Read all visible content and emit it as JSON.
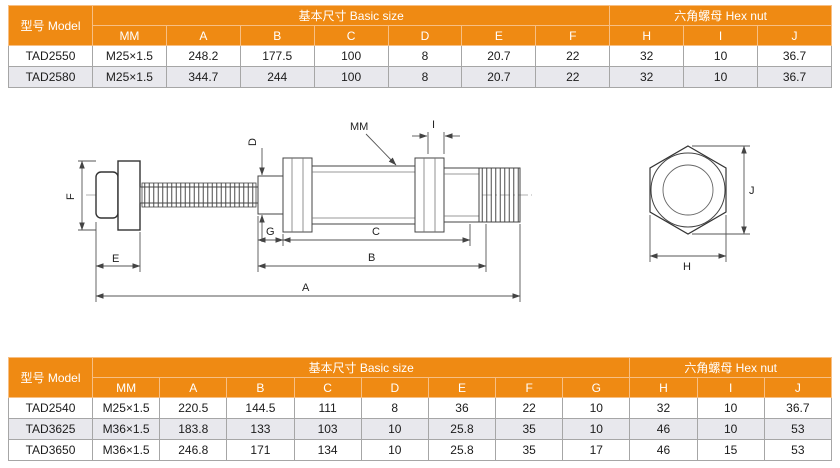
{
  "colors": {
    "header_bg": "#ef8a13",
    "header_text": "#ffffff",
    "row_alt": "#e8e8ed",
    "cell_border": "#a6a6a6"
  },
  "top_table": {
    "model_header": "型号 Model",
    "basic_size_header": "基本尺寸 Basic size",
    "hex_nut_header": "六角螺母 Hex nut",
    "columns": [
      "MM",
      "A",
      "B",
      "C",
      "D",
      "E",
      "F",
      "H",
      "I",
      "J"
    ],
    "rows": [
      {
        "model": "TAD2550",
        "values": [
          "M25×1.5",
          "248.2",
          "177.5",
          "100",
          "8",
          "20.7",
          "22",
          "32",
          "10",
          "36.7"
        ]
      },
      {
        "model": "TAD2580",
        "values": [
          "M25×1.5",
          "344.7",
          "244",
          "100",
          "8",
          "20.7",
          "22",
          "32",
          "10",
          "36.7"
        ]
      }
    ]
  },
  "bottom_table": {
    "model_header": "型号 Model",
    "basic_size_header": "基本尺寸 Basic size",
    "hex_nut_header": "六角螺母 Hex nut",
    "columns": [
      "MM",
      "A",
      "B",
      "C",
      "D",
      "E",
      "F",
      "G",
      "H",
      "I",
      "J"
    ],
    "rows": [
      {
        "model": "TAD2540",
        "values": [
          "M25×1.5",
          "220.5",
          "144.5",
          "111",
          "8",
          "36",
          "22",
          "10",
          "32",
          "10",
          "36.7"
        ]
      },
      {
        "model": "TAD3625",
        "values": [
          "M36×1.5",
          "183.8",
          "133",
          "103",
          "10",
          "25.8",
          "35",
          "10",
          "46",
          "10",
          "53"
        ]
      },
      {
        "model": "TAD3650",
        "values": [
          "M36×1.5",
          "246.8",
          "171",
          "134",
          "10",
          "25.8",
          "35",
          "17",
          "46",
          "15",
          "53"
        ]
      }
    ]
  },
  "diagram": {
    "labels": {
      "MM": "MM",
      "I": "I",
      "D": "D",
      "F": "F",
      "E": "E",
      "G": "G",
      "C": "C",
      "B": "B",
      "A": "A",
      "H": "H",
      "J": "J"
    }
  }
}
